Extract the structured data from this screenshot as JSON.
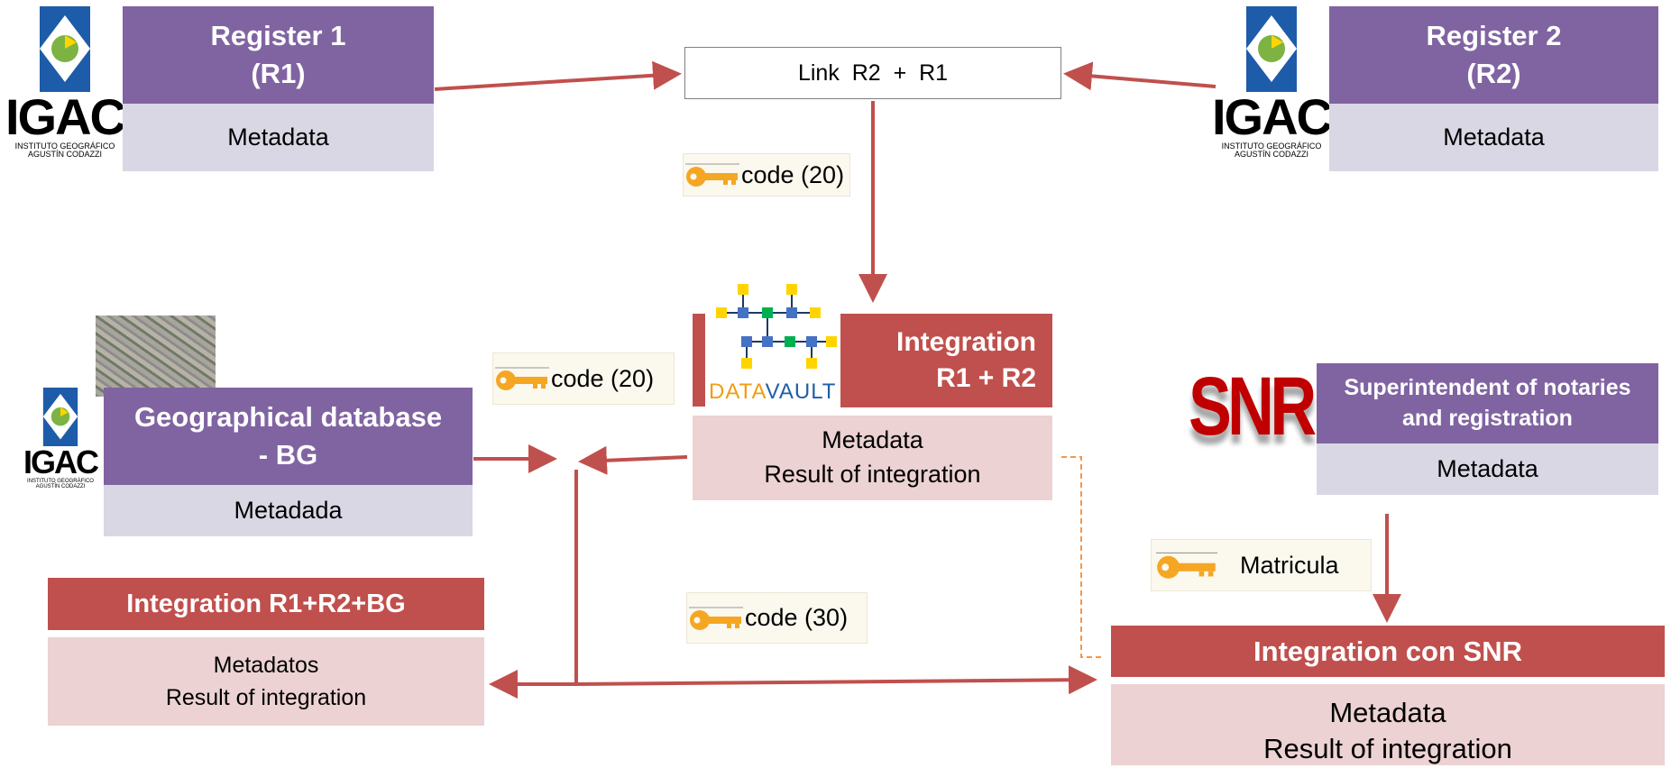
{
  "register1": {
    "title": "Register 1\n(R1)",
    "meta": "Metadata"
  },
  "register2": {
    "title": "Register 2\n(R2)",
    "meta": "Metadata"
  },
  "link": {
    "label": "Link  R2  +  R1"
  },
  "key_code_top": "code (20)",
  "key_code_left": "code (20)",
  "key_code_bottom": "code (30)",
  "key_matricula": "Matricula",
  "integration_r1r2": {
    "title": "Integration\nR1 + R2",
    "meta_line1": "Metadata",
    "meta_line2": "Result of integration"
  },
  "datavault": {
    "data": "DATA",
    "vault": "VAULT"
  },
  "geo": {
    "title": "Geographical database\n- BG",
    "meta": "Metadada"
  },
  "integration_all": {
    "title": "Integration R1+R2+BG",
    "meta_line1": "Metadatos",
    "meta_line2": "Result of integration"
  },
  "snr": {
    "logo": "SNR",
    "title": "Superintendent of notaries\nand registration",
    "meta": "Metadata"
  },
  "integration_snr": {
    "title": "Integration con SNR",
    "meta_line1": "Metadata",
    "meta_line2": "Result of integration"
  },
  "igac": {
    "word": "IGAC",
    "line1": "INSTITUTO GEOGRÁFICO",
    "line2": "AGUSTÍN CODAZZI"
  },
  "colors": {
    "purple": "#8064a2",
    "lavender": "#dad7e5",
    "red": "#c0504d",
    "pink": "#ecd2d2",
    "arrow": "#c0504d",
    "dashed": "#f79646"
  }
}
